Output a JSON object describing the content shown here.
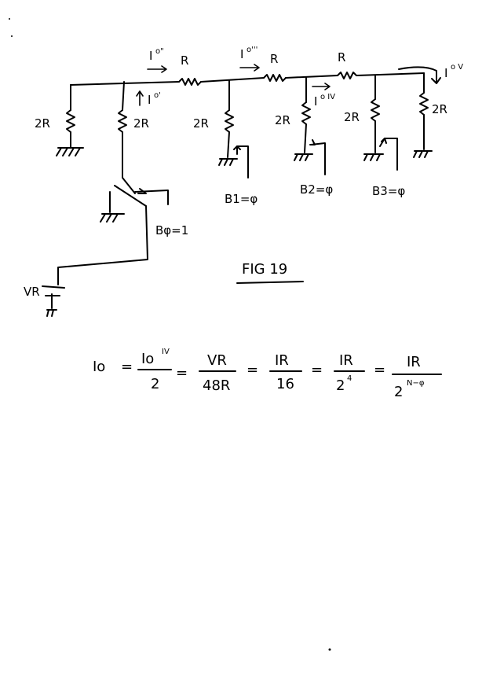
{
  "figure": {
    "caption": "FIG 19"
  },
  "labels": {
    "r_top_1": "R",
    "r_top_2": "R",
    "r_top_3": "R",
    "r_2r_far_left": "2R",
    "r_2r_transistor": "2R",
    "r_2r_b1": "2R",
    "r_2r_b2": "2R",
    "r_2r_b3": "2R",
    "r_2r_far_right": "2R",
    "i0_prime": "I",
    "i0_prime_sup": "o'",
    "i0_dprime": "I",
    "i0_dprime_sup": "o\"",
    "i0_tprime": "I",
    "i0_tprime_sup": "o'''",
    "i0_iv": "I",
    "i0_iv_sup": "o IV",
    "i0_v": "I",
    "i0_v_sup": "o V",
    "switch_b0": "Bφ=1",
    "switch_b1": "B1=φ",
    "switch_b2": "B2=φ",
    "switch_b3": "B3=φ",
    "vr_source": "VR"
  },
  "equation": {
    "t1": "Io",
    "eq1": "=",
    "f1_num": "Io",
    "f1_num_sup": "IV",
    "f1_den": "2",
    "eq2": "=",
    "f2_num": "VR",
    "f2_den": "48R",
    "eq3": "=",
    "f3_num": "IR",
    "f3_den": "16",
    "eq4": "=",
    "f4_num": "IR",
    "f4_den": "2",
    "f4_den_sup": "4",
    "eq5": "=",
    "f5_num": "IR",
    "f5_den": "2",
    "f5_den_sup": "N−φ"
  }
}
